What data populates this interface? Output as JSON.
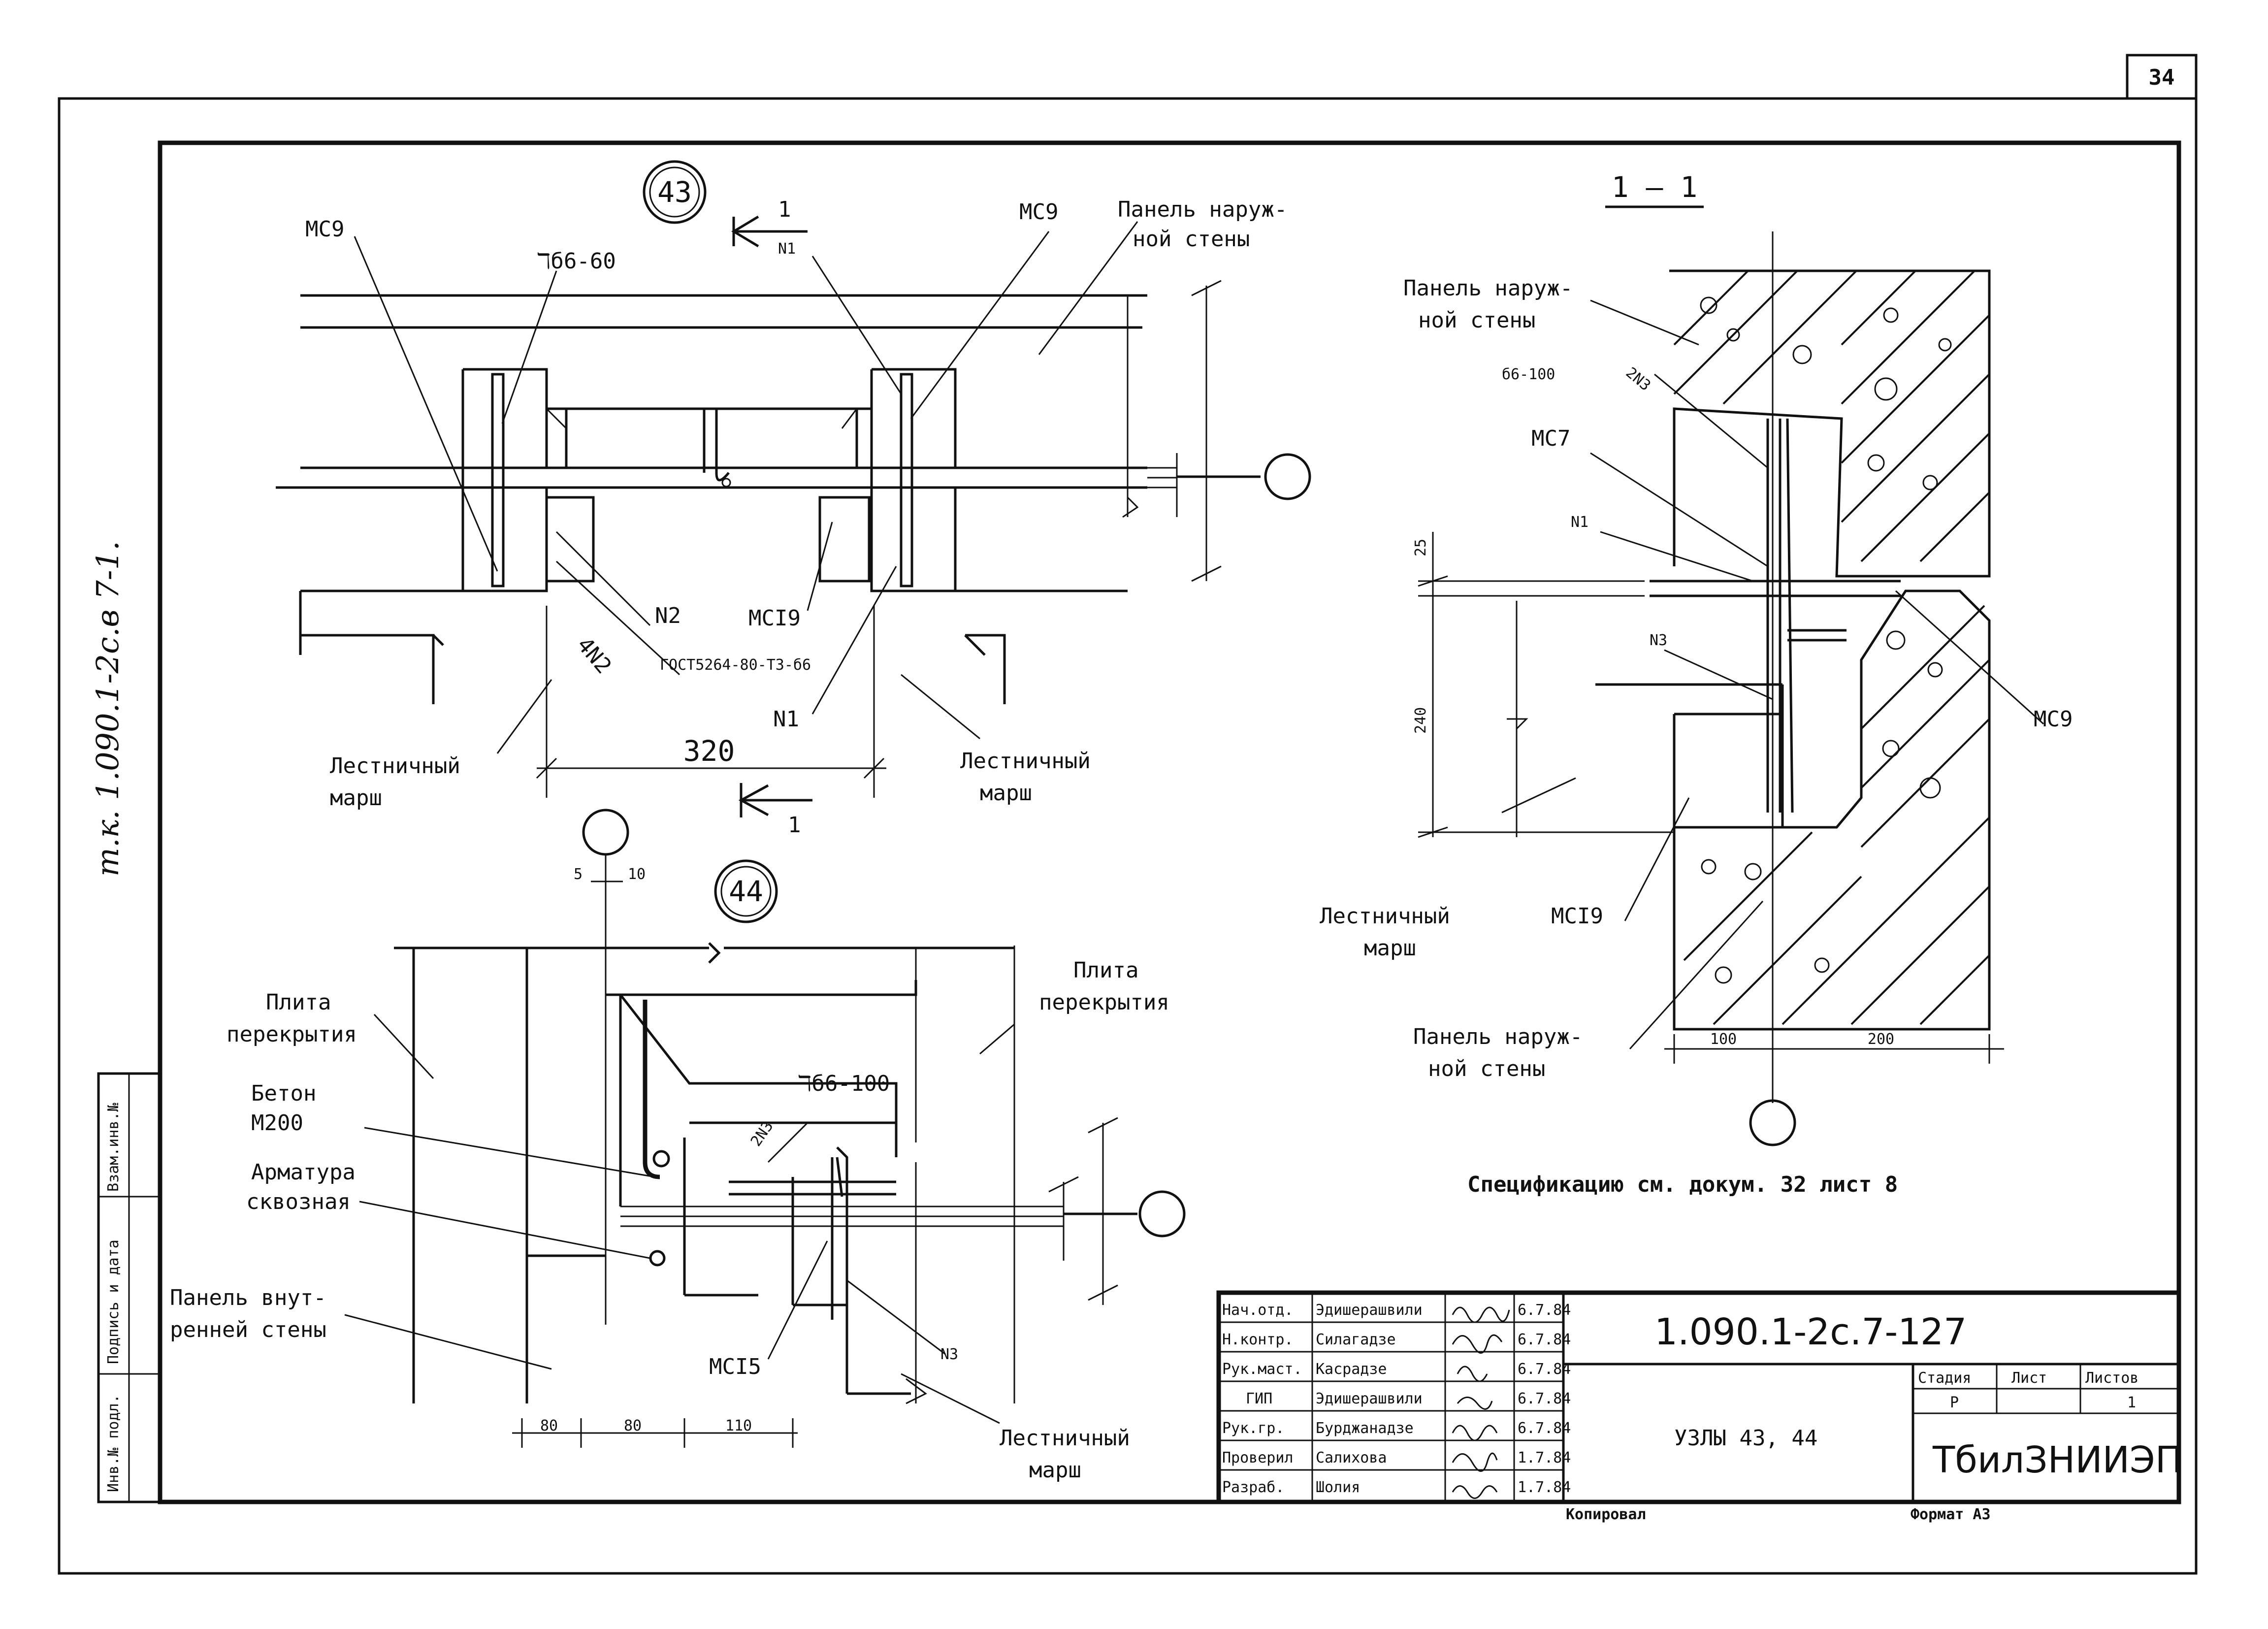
{
  "sheet_number": "34",
  "margin_note": "т.к. 1.090.1-2с.в 7-1.",
  "node43": {
    "title": "43",
    "section_mark": "1",
    "labels": {
      "mc9_left": "МС9",
      "mc9_right": "МС9",
      "bar_spec": "ℸб6-60",
      "n1_top": "N1",
      "panel_outer": [
        "Панель наруж-",
        "ной стены"
      ],
      "n2": "N2",
      "n2_4": "4N2",
      "gost": "ГОСТ5264-80-Т3-б6",
      "mci9": "МСI9",
      "n1_bottom": "N1",
      "dim_320": "320",
      "stair_left": [
        "Лестничный",
        "марш"
      ],
      "stair_right": [
        "Лестничный",
        "марш"
      ]
    }
  },
  "node44": {
    "title": "44",
    "labels": {
      "dim_5": "5",
      "dim_10": "10",
      "slab_left": [
        "Плита",
        "перекрытия"
      ],
      "slab_right": [
        "Плита",
        "перекрытия"
      ],
      "concrete": [
        "Бетон",
        "М200"
      ],
      "bar_spec": "ℸб6-100",
      "n3_2": "2N3",
      "rebar": [
        "Арматура",
        "сквозная"
      ],
      "panel_inner": [
        "Панель внут-",
        "ренней стены"
      ],
      "mci5": "МСI5",
      "n3": "N3",
      "stair": [
        "Лестничный",
        "марш"
      ],
      "dim_80a": "80",
      "dim_80b": "80",
      "dim_110": "110"
    }
  },
  "section11": {
    "title": "1 — 1",
    "labels": {
      "panel_top": [
        "Панель наруж-",
        "ной стены"
      ],
      "bar_spec": "б6-100",
      "n3_2": "2N3",
      "mc7": "МС7",
      "n1": "N1",
      "dim_25": "25",
      "n3": "N3",
      "dim_240": "240",
      "mc9": "МС9",
      "stair": [
        "Лестничный",
        "марш"
      ],
      "mci9": "МСI9",
      "panel_bottom": [
        "Панель наруж-",
        "ной стены"
      ],
      "dim_100": "100",
      "dim_200": "200"
    }
  },
  "spec_note": "Спецификацию см. докум. 32 лист 8",
  "title_block": {
    "doc_code": "1.090.1-2с.7-1",
    "sheet": "27",
    "title": "УЗЛЫ 43, 44",
    "org": "ТбилЗНИИЭП",
    "stage_hdr": "Стадия",
    "sheet_hdr": "Лист",
    "sheets_hdr": "Листов",
    "stage": "Р",
    "sheets_total": "1",
    "rows": [
      {
        "role": "Нач.отд.",
        "name": "Эдишерашвили",
        "date": "6.7.84"
      },
      {
        "role": "Н.контр.",
        "name": "Силагадзе",
        "date": "6.7.84"
      },
      {
        "role": "Рук.маст.",
        "name": "Касрадзе",
        "date": "6.7.84"
      },
      {
        "role": "ГИП",
        "name": "Эдишерашвили",
        "date": "6.7.84"
      },
      {
        "role": "Рук.гр.",
        "name": "Бурджанадзе",
        "date": "6.7.84"
      },
      {
        "role": "Проверил",
        "name": "Салихова",
        "date": "1.7.84"
      },
      {
        "role": "Разраб.",
        "name": "Шолия",
        "date": "1.7.84"
      }
    ],
    "copied": "Копировал",
    "format": "Формат А3"
  },
  "left_strip": [
    "Инв.№ подл.",
    "Подпись и дата",
    "Взам.инв.№"
  ]
}
